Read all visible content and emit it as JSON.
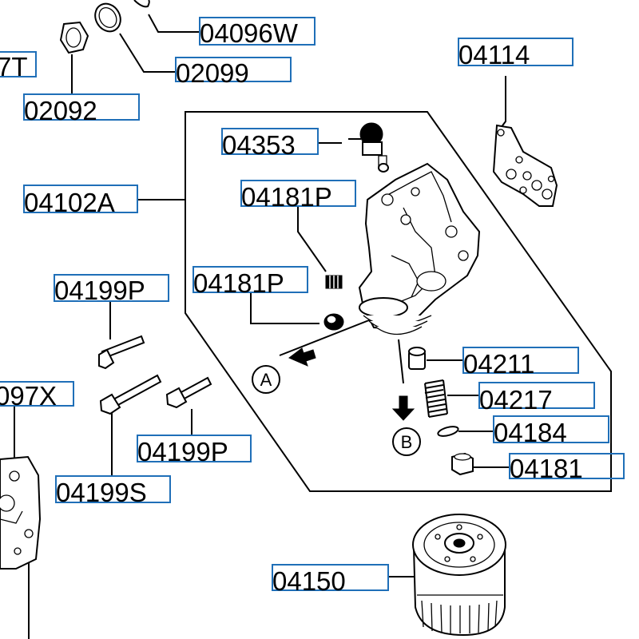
{
  "callouts": {
    "c04096w": "04096W",
    "c02099": "02099",
    "c7t": "7T",
    "c02092": "02092",
    "c04114": "04114",
    "c04353": "04353",
    "c04102a": "04102A",
    "c04181p_top": "04181P",
    "c04181p_mid": "04181P",
    "c04199p_left": "04199P",
    "c04211": "04211",
    "c04217": "04217",
    "c04184": "04184",
    "c04181": "04181",
    "c097x": "097X",
    "c04199p_low": "04199P",
    "c04199s": "04199S",
    "c04150": "04150"
  },
  "view_markers": {
    "a": "A",
    "b": "B"
  },
  "colors": {
    "callout_border": "#1f6fb8",
    "line": "#000000",
    "background": "#ffffff"
  }
}
